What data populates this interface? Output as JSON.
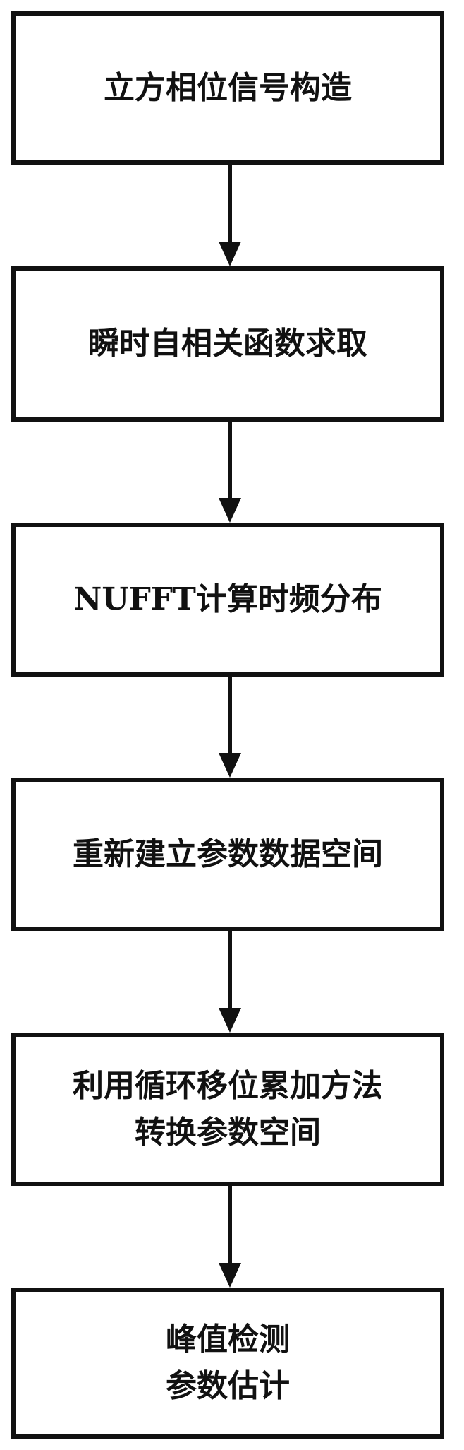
{
  "colors": {
    "stroke": "#111111",
    "box_fill": "#ffffff",
    "text": "#111111"
  },
  "steps": [
    {
      "lines": [
        "立方相位信号构造"
      ]
    },
    {
      "lines": [
        "瞬时自相关函数求取"
      ]
    },
    {
      "lines": [
        "NUFFT计算时频分布"
      ]
    },
    {
      "lines": [
        "重新建立参数数据空间"
      ]
    },
    {
      "lines": [
        "利用循环移位累加方法",
        "转换参数空间"
      ]
    },
    {
      "lines": [
        "峰值检测",
        "参数估计"
      ]
    }
  ]
}
